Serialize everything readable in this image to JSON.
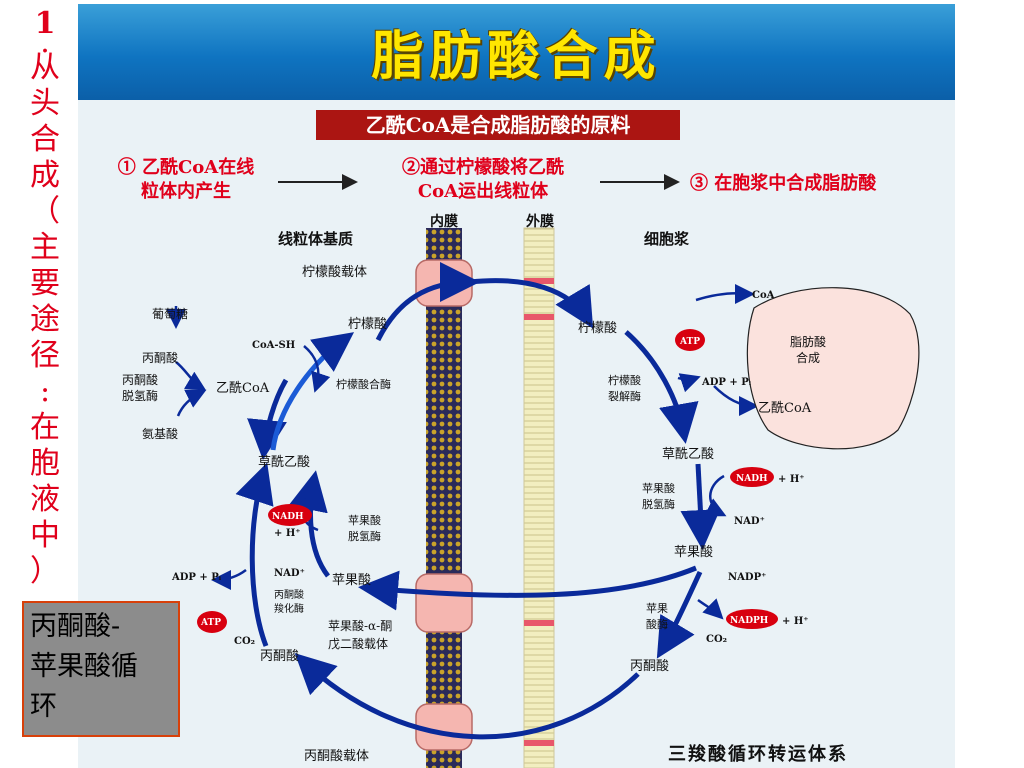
{
  "side_title": {
    "number": "1",
    "dot": ".",
    "chars": [
      "从",
      "头",
      "合",
      "成",
      "（",
      "主",
      "要",
      "途",
      "径",
      ":",
      "在",
      "胞",
      "液",
      "中",
      "）"
    ]
  },
  "banner": {
    "title": "脂肪酸合成"
  },
  "subtitle": "乙酰CoA是合成脂肪酸的原料",
  "steps": [
    {
      "line1": "① 乙酰CoA在线",
      "line2": "粒体内产生"
    },
    {
      "line1": "②通过柠檬酸将乙酰",
      "line2": "CoA运出线粒体"
    },
    {
      "line1": "③ 在胞浆中合成脂肪酸",
      "line2": ""
    }
  ],
  "regions": {
    "matrix": "线粒体基质",
    "inner_membrane": "内膜",
    "outer_membrane": "外膜",
    "cytosol": "细胞浆"
  },
  "carriers": {
    "citrate_carrier": "柠檬酸载体",
    "malate_carrier_1": "苹果酸-α-酮",
    "malate_carrier_2": "戊二酸载体",
    "pyruvate_carrier": "丙酮酸载体"
  },
  "matrix_labels": {
    "glucose": "葡萄糖",
    "pyruvate_top": "丙酮酸",
    "pdh_1": "丙酮酸",
    "pdh_2": "脱氢酶",
    "acetyl_coa": "乙酰CoA",
    "amino_acid": "氨基酸",
    "coash": "CoA-SH",
    "citrate": "柠檬酸",
    "citrate_synthase": "柠檬酸合酶",
    "oxaloacetate": "草酰乙酸",
    "nadh": "NADH",
    "h_plus": "+ H⁺",
    "mdh_1": "苹果酸",
    "mdh_2": "脱氢酶",
    "nad": "NAD⁺",
    "malate": "苹果酸",
    "pc_1": "丙酮酸",
    "pc_2": "羧化酶",
    "adp_pi": "ADP + Pᵢ",
    "atp": "ATP",
    "co2": "CO₂",
    "pyruvate_bottom": "丙酮酸"
  },
  "cytosol_labels": {
    "citrate": "柠檬酸",
    "coa": "CoA",
    "atp": "ATP",
    "adp_pi": "ADP + Pᵢ",
    "lyase_1": "柠檬酸",
    "lyase_2": "裂解酶",
    "acetyl_coa": "乙酰CoA",
    "fa_1": "脂肪酸",
    "fa_2": "合成",
    "oxaloacetate": "草酰乙酸",
    "nadh": "NADH",
    "h_plus": "+ H⁺",
    "mdh_1": "苹果酸",
    "mdh_2": "脱氢酶",
    "nad": "NAD⁺",
    "malate": "苹果酸",
    "nadp": "NADP⁺",
    "me_1": "苹果",
    "me_2": "酸酶",
    "nadph": "NADPH",
    "h_plus_2": "+ H⁺",
    "co2": "CO₂",
    "pyruvate": "丙酮酸"
  },
  "footer": "三羧酸循环转运体系",
  "callout": {
    "line1": "丙酮酸-",
    "line2": "苹果酸循",
    "line3": "环"
  },
  "colors": {
    "banner": "#0f74c1",
    "title_text": "#ffe600",
    "accent_red": "#e0001b",
    "subtitle_bg": "#ab1512",
    "arrow_blue": "#0a2a9a",
    "carrier_pink": "#f5b6b0",
    "callout_bg": "#8c8c8c"
  }
}
